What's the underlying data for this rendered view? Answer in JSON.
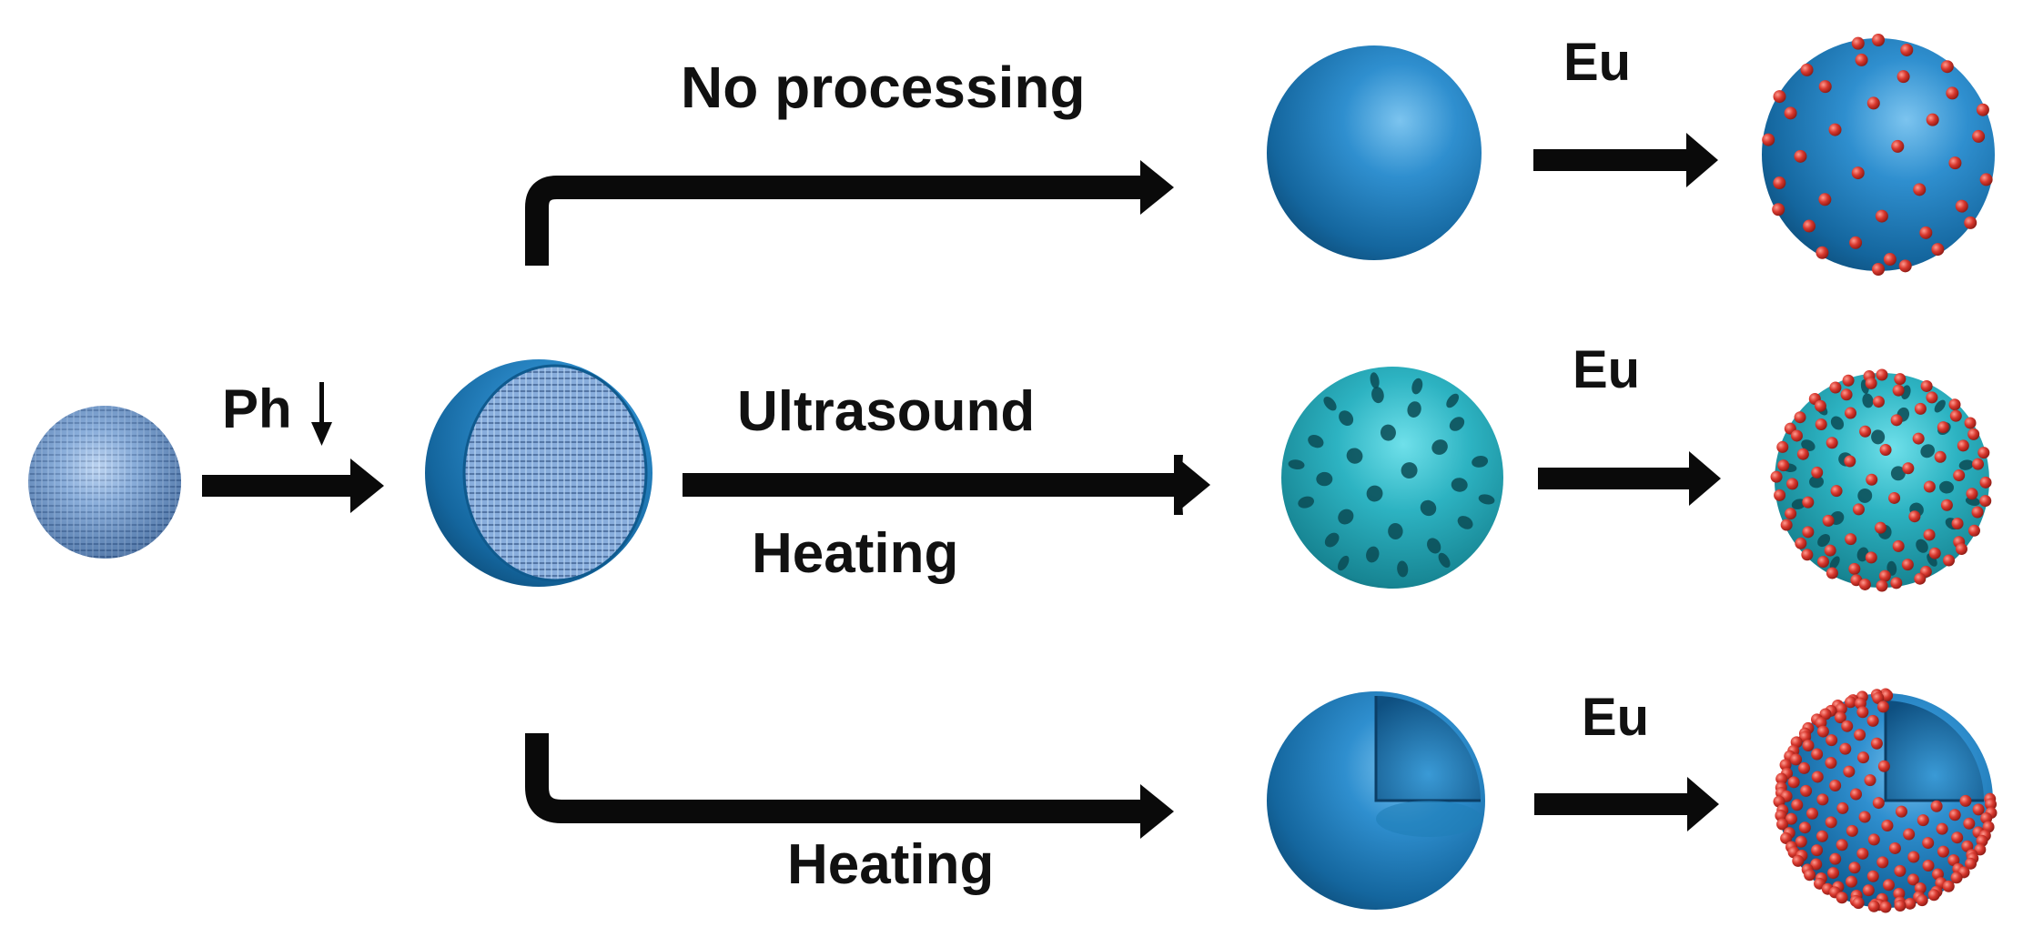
{
  "labels": {
    "ph": "Ph",
    "no_processing": "No processing",
    "ultrasound": "Ultrasound",
    "heating_middle": "Heating",
    "heating_bottom": "Heating",
    "eu_top": "Eu",
    "eu_middle": "Eu",
    "eu_bottom": "Eu"
  },
  "colors": {
    "arrow": "#0a0a0a",
    "sphere_blue": "#1f7fb8",
    "sphere_teal": "#27a6b5",
    "particle_red": "#d8382e",
    "textured_core": "#6f96c8"
  }
}
